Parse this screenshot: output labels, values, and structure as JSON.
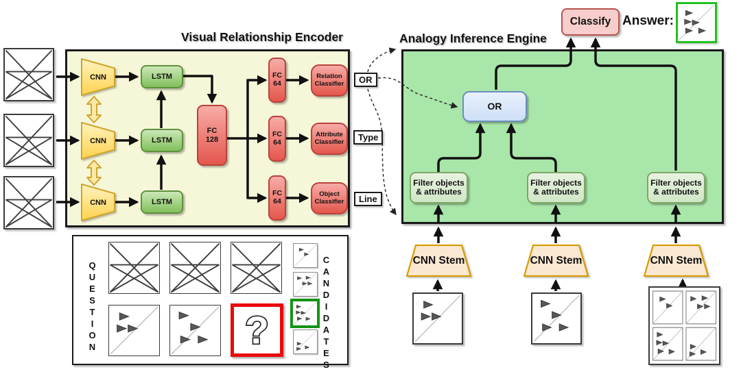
{
  "titles": {
    "encoder": "Visual Relationship Encoder",
    "engine": "Analogy Inference Engine"
  },
  "encoder": {
    "cnn": "CNN",
    "lstm": "LSTM",
    "fc128": "FC\n128",
    "fc64": "FC\n64",
    "classifiers": [
      "Relation\nClassifier",
      "Attribute\nClassifier",
      "Object\nClassifier"
    ],
    "outputs": [
      "OR",
      "Type",
      "Line"
    ]
  },
  "engine": {
    "or": "OR",
    "filter": "Filter objects\n& attributes",
    "stem": "CNN Stem",
    "classify": "Classify",
    "answer_label": "Answer:"
  },
  "panel": {
    "question": "QUESTION",
    "candidates": "CANDIDATES",
    "unknown": "?"
  },
  "colors": {
    "encoder_bg": "#F6F6D9",
    "engine_bg": "#A9E6A9",
    "cnn_yellow": "#FFD24F",
    "lstm_green": "#82C05C",
    "fc_red": "#E4574D",
    "or_blue": "#CEDFF6",
    "filter_green": "#D0E7C6",
    "stem_orange": "#FBE8D2",
    "classify_red": "#F8CECC",
    "answer_green": "#1FC11F",
    "candidate_green": "#149414",
    "question_red": "#E90A0A",
    "arrow_black": "#111111"
  },
  "figures": {
    "cross": {
      "type": "cross"
    },
    "q1": {
      "type": "tri",
      "t": [
        [
          30,
          22
        ],
        [
          25,
          46
        ],
        [
          47,
          46
        ]
      ]
    },
    "q2": {
      "type": "tri",
      "t": [
        [
          27,
          20
        ],
        [
          50,
          43
        ],
        [
          30,
          68
        ],
        [
          65,
          68
        ]
      ]
    },
    "c1": {
      "type": "tri",
      "t": [
        [
          33,
          25
        ],
        [
          55,
          45
        ]
      ]
    },
    "c2": {
      "type": "tri",
      "t": [
        [
          25,
          24
        ],
        [
          62,
          22
        ],
        [
          47,
          47
        ],
        [
          70,
          47
        ]
      ]
    },
    "c3": {
      "type": "tri",
      "t": [
        [
          24,
          22
        ],
        [
          22,
          46
        ],
        [
          43,
          48
        ],
        [
          27,
          72
        ],
        [
          63,
          73
        ]
      ]
    },
    "c4": {
      "type": "tri",
      "t": [
        [
          24,
          58
        ],
        [
          22,
          80
        ],
        [
          58,
          74
        ]
      ]
    },
    "answer": {
      "type": "tri",
      "t": [
        [
          30,
          24
        ],
        [
          27,
          48
        ],
        [
          48,
          50
        ],
        [
          30,
          72
        ],
        [
          65,
          72
        ]
      ]
    },
    "grid": {
      "type": "grid",
      "cells": [
        "c1",
        "c2",
        "c3",
        "c4"
      ]
    }
  }
}
